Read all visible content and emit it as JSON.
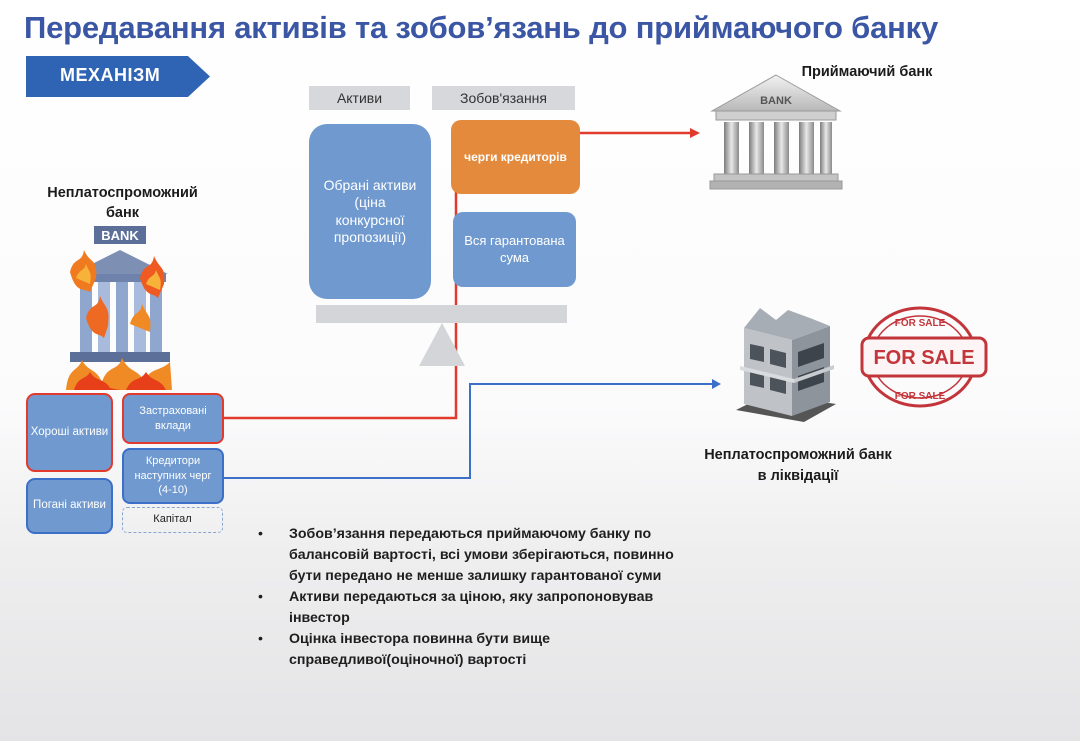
{
  "title": "Передавання активів та зобов’язань до приймаючого банку",
  "mechanism_label": "МЕХАНІЗМ",
  "balance": {
    "assets_header": "Активи",
    "liabilities_header": "Зобов'язання",
    "selected_assets": "Обрані активи (ціна конкурсної пропозиції)",
    "creditor_queues": "черги кредиторів",
    "guaranteed_sum": "Вся гарантована сума"
  },
  "receiving_bank": {
    "label": "Приймаючий банк",
    "sign": "BANK"
  },
  "insolvent_bank": {
    "label": "Неплатоспроможний банк",
    "sign": "BANK",
    "good_assets": "Хороші активи",
    "bad_assets": "Погані активи",
    "insured_deposits": "Застраховані вклади",
    "next_creditors": "Кредитори наступних черг (4-10)",
    "capital": "Капітал"
  },
  "liquidation_bank": {
    "label_line1": "Неплатоспроможний банк",
    "label_line2": "в ліквідації",
    "stamp_top": "FOR SALE",
    "stamp_main": "FOR SALE",
    "stamp_bottom": "FOR SALE"
  },
  "bullets": [
    "Зобов’язання передаються приймаючому банку по балансовій вартості, всі умови зберігаються, повинно бути передано не менше залишку гарантованої суми",
    "Активи передаються за ціною, яку запропоновував інвестор",
    "Оцінка інвестора повинна бути вище справедливої(оціночної) вартості"
  ],
  "colors": {
    "title": "#3a56a4",
    "mechanism_arrow": "#2f63b4",
    "box_blue": "#6f99cf",
    "box_orange": "#e48a3c",
    "red_line": "#e23a2c",
    "blue_line": "#3b6fc8",
    "stamp": "#c2353a"
  }
}
